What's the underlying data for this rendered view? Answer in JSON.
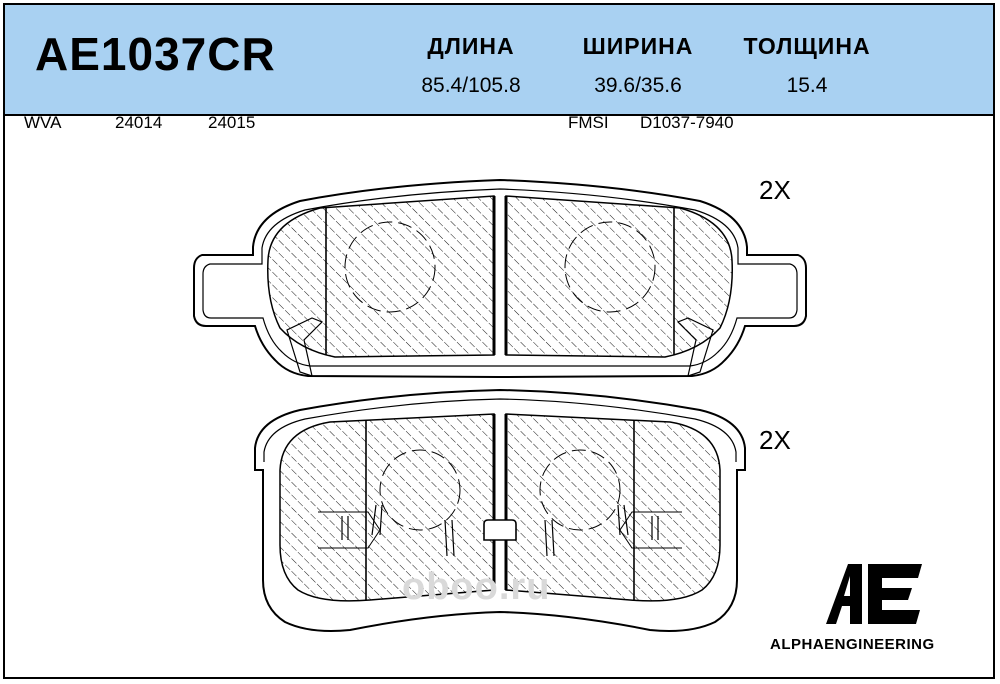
{
  "part_number": "AE1037CR",
  "dimensions": [
    {
      "label": "ДЛИНА",
      "value": "85.4/105.8"
    },
    {
      "label": "ШИРИНА",
      "value": "39.6/35.6"
    },
    {
      "label": "ТОЛЩИНА",
      "value": "15.4"
    }
  ],
  "references": {
    "wva_label": "WVA",
    "wva_1": "24014",
    "wva_2": "24015",
    "fmsi_label": "FMSI",
    "fmsi_value": "D1037-7940"
  },
  "quantities": {
    "pad_1": "2X",
    "pad_2": "2X"
  },
  "watermark": "oboo.ru",
  "brand": {
    "logo": "AE",
    "name": "ALPHAENGINEERING"
  },
  "colors": {
    "header_bg": "#a9d1f2",
    "line": "#000000",
    "watermark": "#d9d9d9"
  }
}
